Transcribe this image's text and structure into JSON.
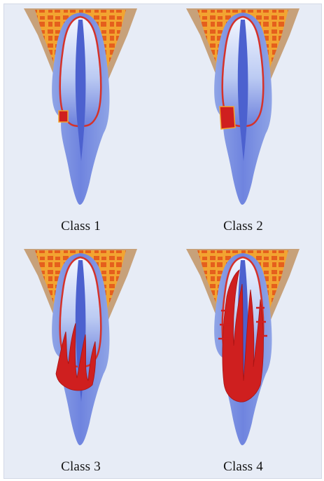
{
  "figure": {
    "panels": [
      {
        "id": "class-1",
        "label": "Class 1"
      },
      {
        "id": "class-2",
        "label": "Class 2"
      },
      {
        "id": "class-3",
        "label": "Class 3"
      },
      {
        "id": "class-4",
        "label": "Class 4"
      }
    ]
  },
  "colors": {
    "background": "#e7ecf6",
    "bone_outer": "#c7a17a",
    "bone_inner": "#f4a32b",
    "bone_marrow": "#e9631f",
    "tooth_outer": "#8ea3e4",
    "tooth_inner": "#5a6fd2",
    "pulp_light": "#e8efff",
    "resorption": "#cf1f1f"
  }
}
